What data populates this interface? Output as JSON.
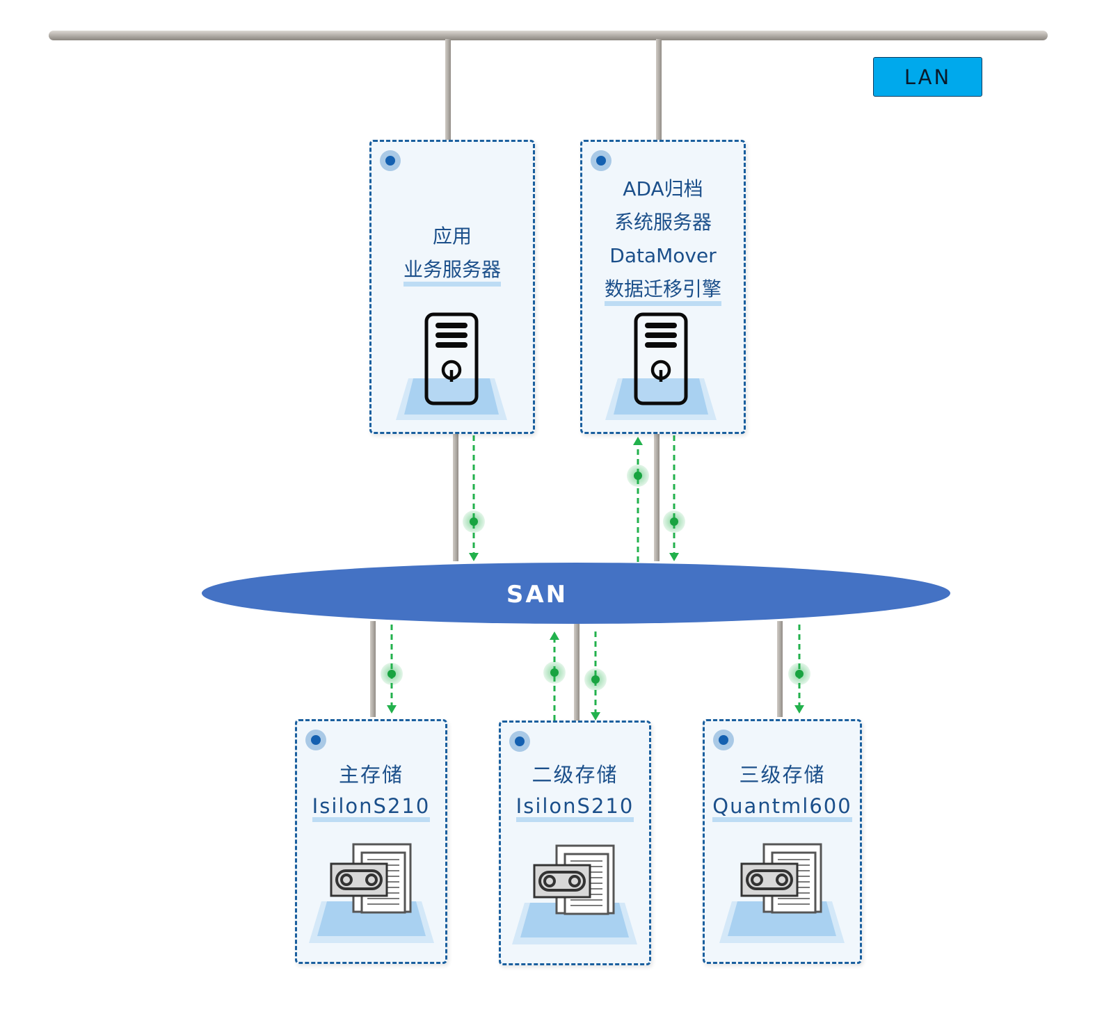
{
  "lan": {
    "label": "LAN"
  },
  "san": {
    "label": "SAN"
  },
  "servers": [
    {
      "id": "app",
      "lines": [
        "应用",
        "业务服务器"
      ]
    },
    {
      "id": "ada",
      "lines": [
        "ADA归档",
        "系统服务器",
        "DataMover",
        "数据迁移引擎"
      ]
    }
  ],
  "storage": [
    {
      "id": "primary",
      "lines": [
        "主存储",
        "IsilonS210"
      ]
    },
    {
      "id": "secondary",
      "lines": [
        "二级存储",
        "IsilonS210"
      ]
    },
    {
      "id": "tertiary",
      "lines": [
        "三级存储",
        "Quantml600"
      ]
    }
  ],
  "icons": {
    "server": "server-tower-icon",
    "storage": "tape-storage-icon",
    "node-marker": "node-marker-icon"
  },
  "colors": {
    "san": "#4472c4",
    "lan": "#00a9ec",
    "border": "#1a5f9e",
    "flow": "#22b14c",
    "text": "#1b4f8a"
  }
}
